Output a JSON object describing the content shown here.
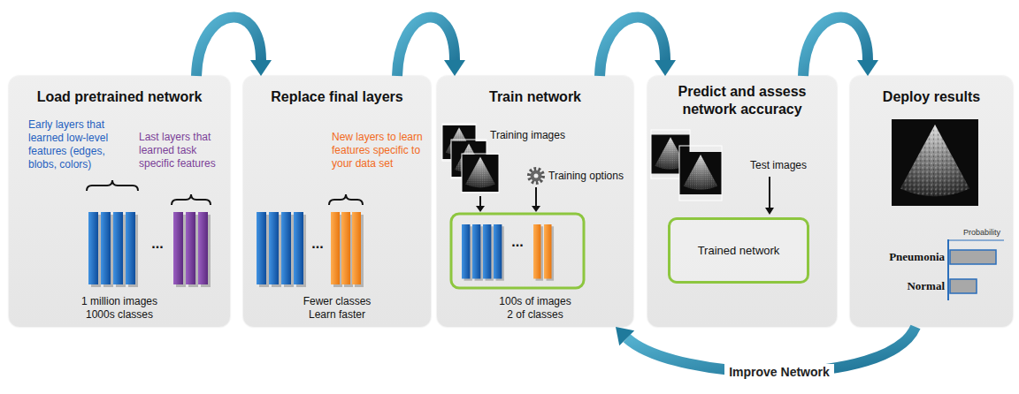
{
  "diagram": {
    "nodes": [
      {
        "text": [
          "Load pretrained network",
          "Early layers that learned low-level features (edges, blobs, colors)",
          "Last layers that learned task specific features",
          "1 million images 1000s classes"
        ]
      },
      {
        "text": [
          "Replace final layers",
          "New layers to learn features specific to your data set",
          "Fewer classes Learn faster"
        ]
      },
      {
        "text": [
          "Train network",
          "Training images",
          "Training options",
          "100s of images 2 of classes"
        ]
      },
      {
        "text": [
          "Predict and assess network accuracy",
          "Test images"
        ]
      },
      {
        "text": [
          "Trained network"
        ],
        "in": 3
      },
      {
        "text": [
          "Deploy results",
          "Probability",
          "Pneumonia",
          "Normal"
        ]
      }
    ],
    "edges": [
      {
        "from": 0,
        "to": 1,
        "arrow": "to"
      },
      {
        "from": 1,
        "to": 2,
        "arrow": "to"
      },
      {
        "from": 2,
        "to": 3,
        "arrow": "to"
      },
      {
        "from": 3,
        "to": 5,
        "arrow": "to"
      },
      {
        "from": 5,
        "to": 2,
        "label": "Improve Network",
        "arrow": "to"
      }
    ],
    "labels": [
      "...",
      "...",
      "..."
    ]
  }
}
